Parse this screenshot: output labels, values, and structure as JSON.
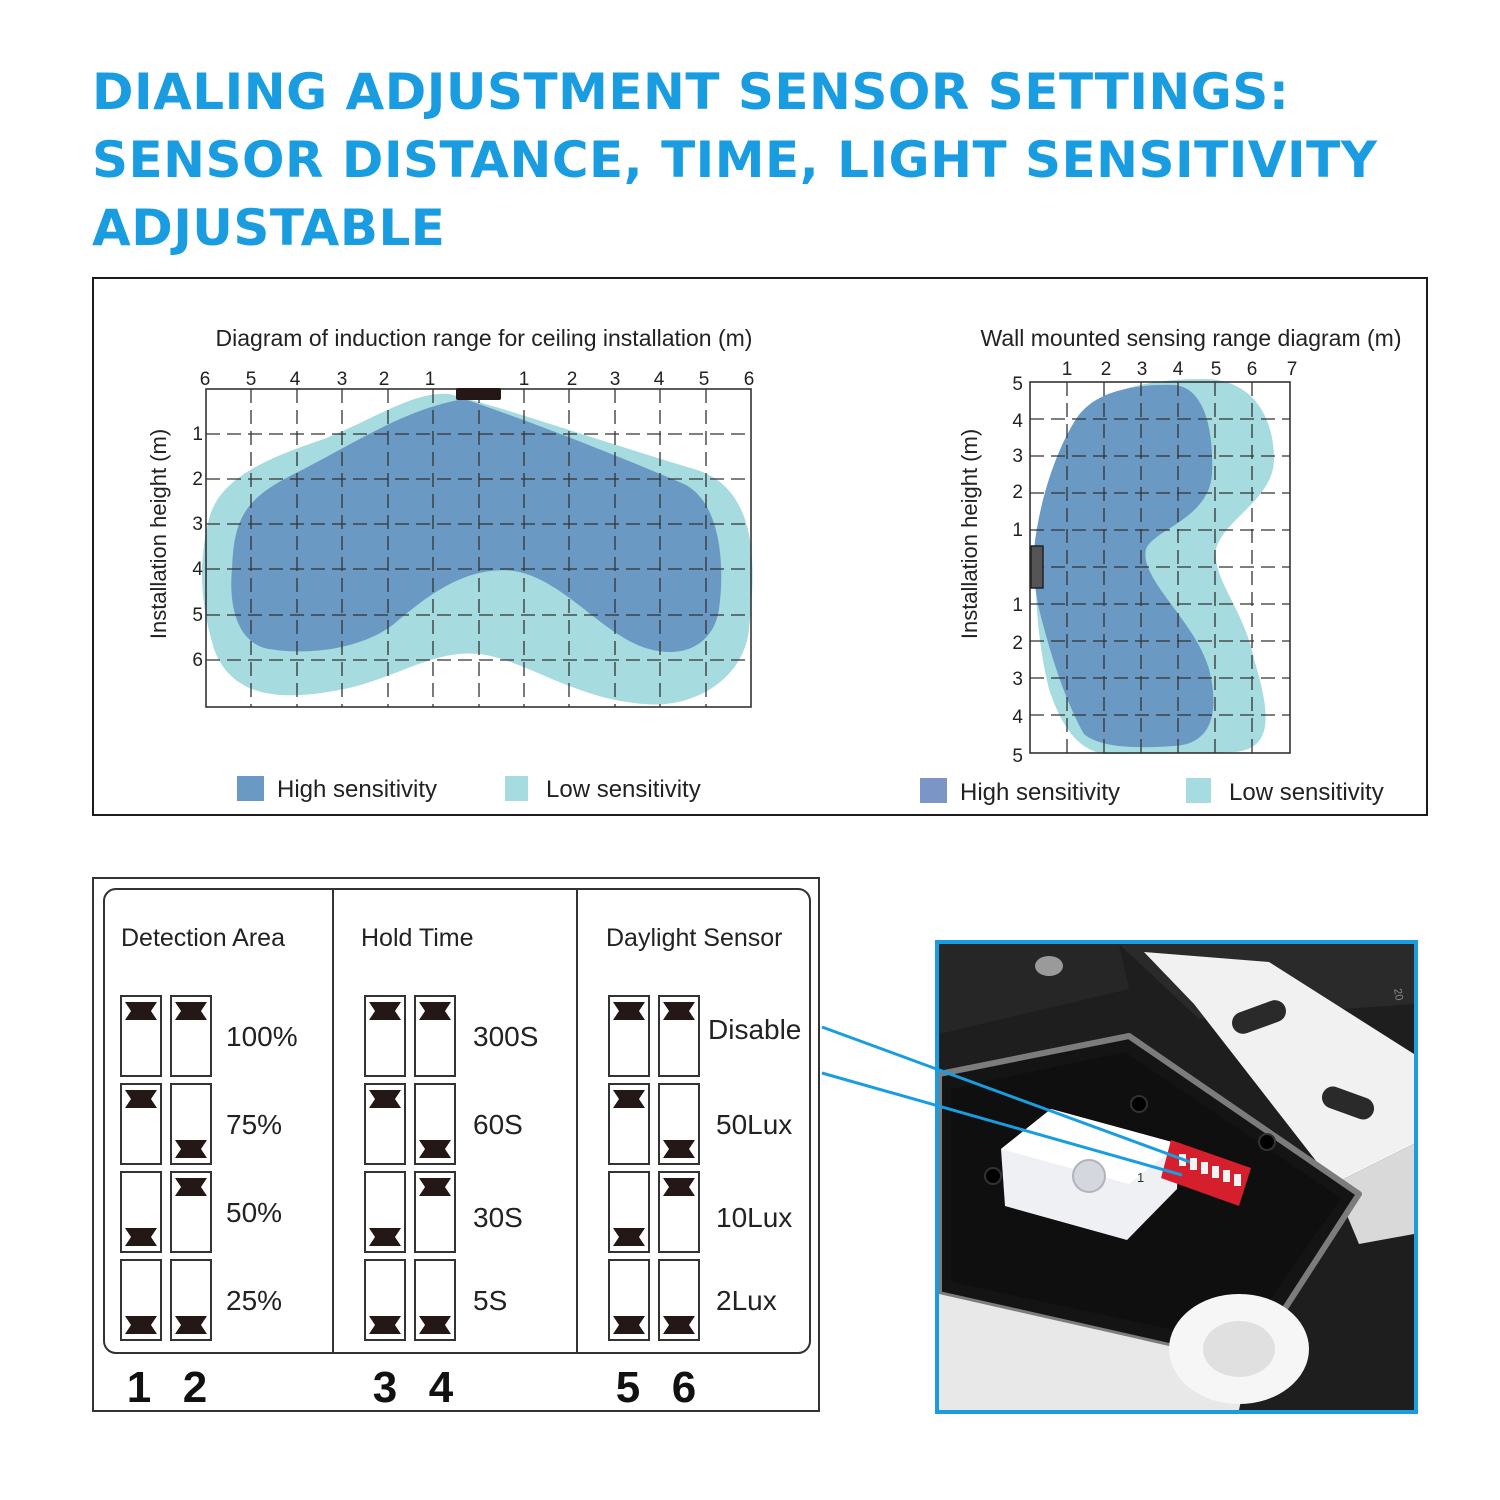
{
  "headline": {
    "line1": "DIALING ADJUSTMENT SENSOR SETTINGS:",
    "line2": "SENSOR DISTANCE, TIME, LIGHT SENSITIVITY",
    "line3": "ADJUSTABLE"
  },
  "colors": {
    "accent": "#1a9de0",
    "high_sensitivity": "#6a9ac4",
    "low_sensitivity": "#a6dbe0"
  },
  "ceiling_diagram": {
    "title": "Diagram of induction range for ceiling installation (m)",
    "x_ticks_left": [
      "6",
      "5",
      "4",
      "3",
      "2",
      "1"
    ],
    "x_ticks_right": [
      "1",
      "2",
      "3",
      "4",
      "5",
      "6"
    ],
    "y_ticks": [
      "1",
      "2",
      "3",
      "4",
      "5",
      "6"
    ],
    "ylabel": "Installation height (m)",
    "legend_high": "High sensitivity",
    "legend_low": "Low sensitivity"
  },
  "wall_diagram": {
    "title": "Wall mounted sensing range diagram (m)",
    "x_ticks": [
      "1",
      "2",
      "3",
      "4",
      "5",
      "6",
      "7"
    ],
    "y_ticks_top": [
      "5",
      "4",
      "3",
      "2",
      "1"
    ],
    "y_ticks_bottom": [
      "1",
      "2",
      "3",
      "4",
      "5"
    ],
    "ylabel": "Installation height (m)",
    "legend_high": "High sensitivity",
    "legend_low": "Low sensitivity"
  },
  "dip_settings": {
    "groups": [
      {
        "title": "Detection Area",
        "rows": [
          {
            "label": "100%",
            "a": "up",
            "b": "up"
          },
          {
            "label": "75%",
            "a": "up",
            "b": "down"
          },
          {
            "label": "50%",
            "a": "down",
            "b": "up"
          },
          {
            "label": "25%",
            "a": "down",
            "b": "down"
          }
        ]
      },
      {
        "title": "Hold Time",
        "rows": [
          {
            "label": "300S",
            "a": "up",
            "b": "up"
          },
          {
            "label": "60S",
            "a": "up",
            "b": "down"
          },
          {
            "label": "30S",
            "a": "down",
            "b": "up"
          },
          {
            "label": "5S",
            "a": "down",
            "b": "down"
          }
        ]
      },
      {
        "title": "Daylight Sensor",
        "rows": [
          {
            "label": "Disable",
            "a": "up",
            "b": "up"
          },
          {
            "label": "50Lux",
            "a": "up",
            "b": "down"
          },
          {
            "label": "10Lux",
            "a": "down",
            "b": "up"
          },
          {
            "label": "2Lux",
            "a": "down",
            "b": "down"
          }
        ]
      }
    ],
    "switch_numbers": [
      "1",
      "2",
      "3",
      "4",
      "5",
      "6"
    ]
  },
  "photo": {
    "label_number": "1",
    "fixture_marking": "20"
  }
}
